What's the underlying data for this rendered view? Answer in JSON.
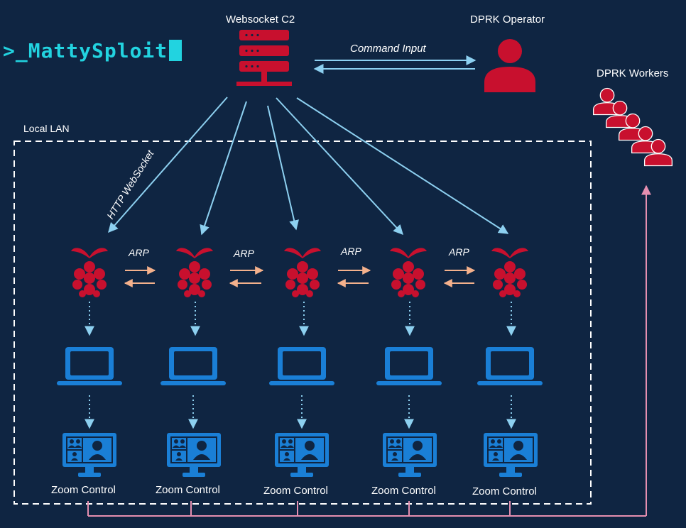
{
  "brand": {
    "text": ">_MattySploit",
    "color": "#22d3e0"
  },
  "c2": {
    "label": "Websocket C2",
    "icon": "server-rack-icon"
  },
  "operator": {
    "label": "DPRK Operator",
    "icon": "person-icon"
  },
  "workers": {
    "label": "DPRK Workers",
    "icon": "people-group-icon"
  },
  "lan": {
    "label": "Local LAN"
  },
  "command_link": {
    "label": "Command Input"
  },
  "c2_link": {
    "label": "HTTP WebSocket"
  },
  "arp_labels": [
    "ARP",
    "ARP",
    "ARP",
    "ARP"
  ],
  "nodes": [
    {
      "device": "raspberry-pi-icon",
      "host": "laptop-icon",
      "screen": "video-conference-monitor-icon",
      "label": "Zoom Control"
    },
    {
      "device": "raspberry-pi-icon",
      "host": "laptop-icon",
      "screen": "video-conference-monitor-icon",
      "label": "Zoom Control"
    },
    {
      "device": "raspberry-pi-icon",
      "host": "laptop-icon",
      "screen": "video-conference-monitor-icon",
      "label": "Zoom Control"
    },
    {
      "device": "raspberry-pi-icon",
      "host": "laptop-icon",
      "screen": "video-conference-monitor-icon",
      "label": "Zoom Control"
    },
    {
      "device": "raspberry-pi-icon",
      "host": "laptop-icon",
      "screen": "video-conference-monitor-icon",
      "label": "Zoom Control"
    }
  ],
  "colors": {
    "background": "#0f2542",
    "threat": "#c8102e",
    "device_blue": "#1a7fd6",
    "c2_link": "#8dd0f0",
    "arp_link": "#f4b18c",
    "return_link": "#e58fb0",
    "lan_border": "#ffffff"
  }
}
